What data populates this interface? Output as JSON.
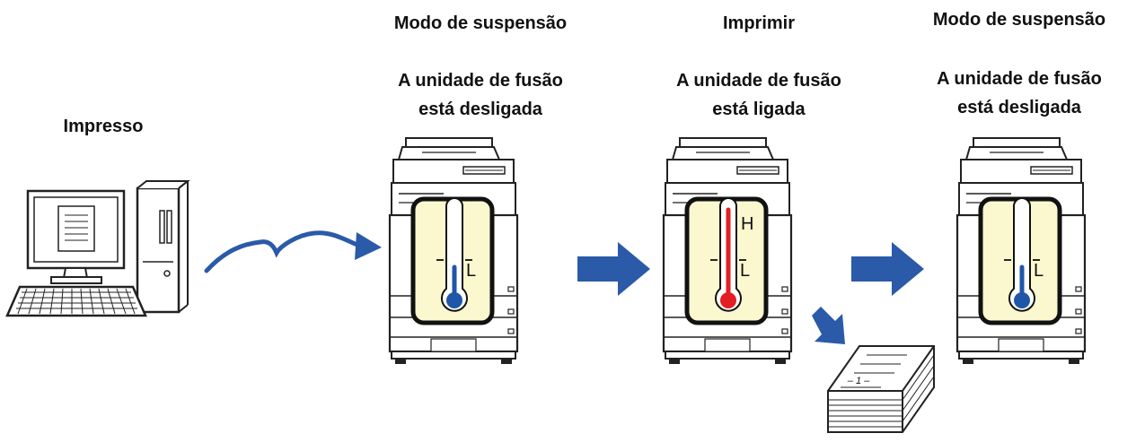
{
  "pc": {
    "label": "Impresso"
  },
  "stages": [
    {
      "mode": "Modo de suspensão",
      "status_line1": "A unidade de fusão",
      "status_line2": "está desligada",
      "thermo_state": "off"
    },
    {
      "mode": "Imprimir",
      "status_line1": "A unidade de fusão",
      "status_line2": "está ligada",
      "thermo_state": "on"
    },
    {
      "mode": "Modo de suspensão",
      "status_line1": "A unidade de fusão",
      "status_line2": "está desligada",
      "thermo_state": "off"
    }
  ],
  "thermometer": {
    "high_mark": "H",
    "low_mark": "L"
  },
  "paper": {
    "page_label": "– 1 –"
  },
  "colors": {
    "arrow": "#2a5aa8",
    "cold": "#1f56a8",
    "hot": "#e31e24",
    "panel": "#fbf7cf",
    "stroke": "#222222"
  }
}
